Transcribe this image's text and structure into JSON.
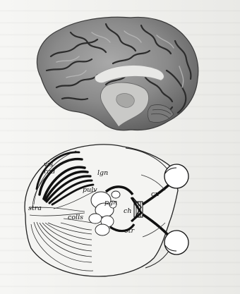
{
  "figure": {
    "labels": {
      "vis_rad_line1": "vis",
      "vis_rad_line2": "rad",
      "lgn": "lgn",
      "pulv": "pulv",
      "pgn": "pgn",
      "cn": "cn",
      "ch": "ch",
      "stra": "stra",
      "colls": "colls",
      "otr": "otr"
    }
  }
}
